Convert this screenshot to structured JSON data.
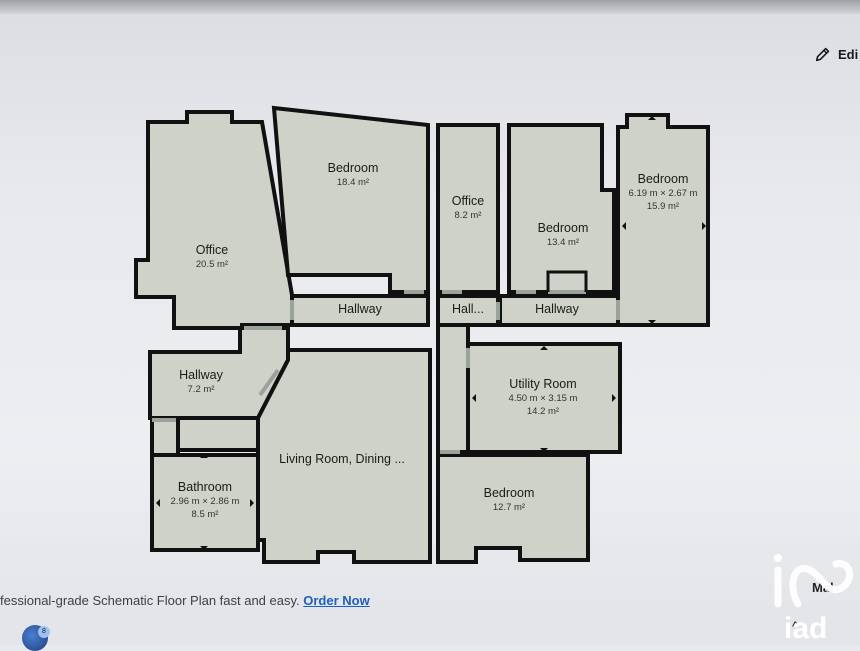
{
  "toolbar": {
    "edit_label": "Edi"
  },
  "rooms": [
    {
      "id": "office-left",
      "name": "Office",
      "area": "20.5 m²",
      "dims": ""
    },
    {
      "id": "bedroom-top",
      "name": "Bedroom",
      "area": "18.4 m²",
      "dims": ""
    },
    {
      "id": "office-small",
      "name": "Office",
      "area": "8.2 m²",
      "dims": ""
    },
    {
      "id": "bedroom-mid",
      "name": "Bedroom",
      "area": "13.4 m²",
      "dims": ""
    },
    {
      "id": "bedroom-right",
      "name": "Bedroom",
      "area": "15.9 m²",
      "dims": "6.19 m × 2.67 m"
    },
    {
      "id": "hallway-1",
      "name": "Hallway",
      "area": "",
      "dims": ""
    },
    {
      "id": "hallway-2",
      "name": "Hall...",
      "area": "",
      "dims": ""
    },
    {
      "id": "hallway-3",
      "name": "Hallway",
      "area": "",
      "dims": ""
    },
    {
      "id": "hallway-left",
      "name": "Hallway",
      "area": "7.2 m²",
      "dims": ""
    },
    {
      "id": "utility",
      "name": "Utility Room",
      "area": "14.2 m²",
      "dims": "4.50 m × 3.15 m"
    },
    {
      "id": "living",
      "name": "Living Room, Dining ...",
      "area": "",
      "dims": ""
    },
    {
      "id": "bathroom",
      "name": "Bathroom",
      "area": "8.5 m²",
      "dims": "2.96 m × 2.86 m"
    },
    {
      "id": "bedroom-bottom",
      "name": "Bedroom",
      "area": "12.7 m²",
      "dims": ""
    }
  ],
  "promo": {
    "text": "fessional-grade Schematic Floor Plan fast and easy.",
    "link": "Order Now"
  },
  "brand": {
    "name": "iad"
  },
  "side": {
    "label": "Mal",
    "chevron": "^"
  },
  "avatar": {
    "badge": "8"
  },
  "colors": {
    "wall": "#111111",
    "floor": "#cfd2c9",
    "door": "#9aa39a",
    "link": "#1f5fbf"
  }
}
